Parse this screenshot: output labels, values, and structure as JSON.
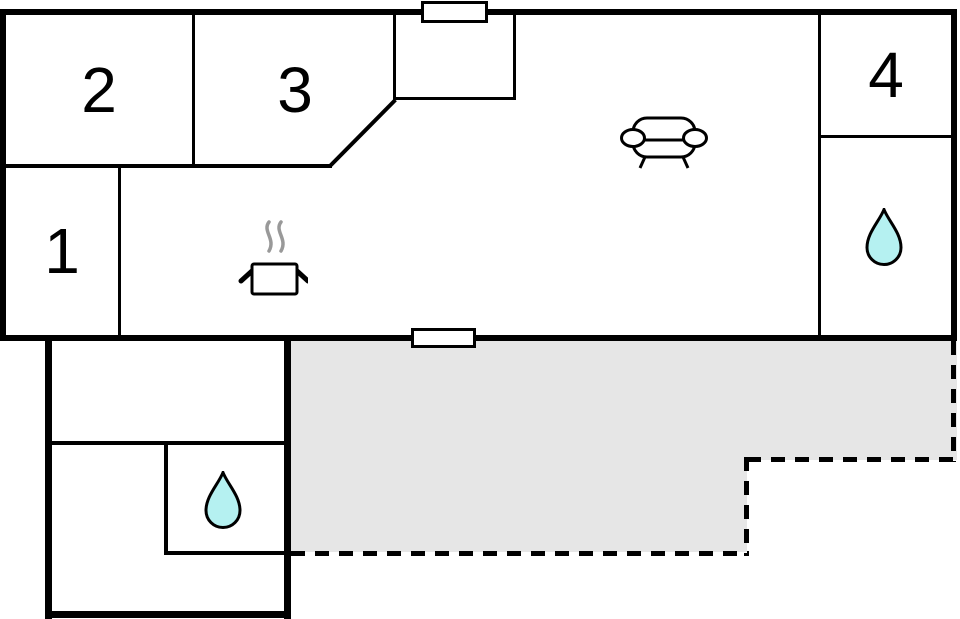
{
  "floor_plan": {
    "rooms": [
      {
        "id": "room-1",
        "label": "1"
      },
      {
        "id": "room-2",
        "label": "2"
      },
      {
        "id": "room-3",
        "label": "3"
      },
      {
        "id": "room-4",
        "label": "4"
      }
    ],
    "icons": [
      {
        "name": "cooking-pot-icon",
        "area": "kitchen"
      },
      {
        "name": "sofa-icon",
        "area": "living-room"
      },
      {
        "name": "water-drop-icon",
        "area": "main-bathroom"
      },
      {
        "name": "water-drop-icon",
        "area": "annex-bathroom"
      },
      {
        "name": "window-opening",
        "area": "top-wall"
      },
      {
        "name": "door-opening",
        "area": "bottom-wall-to-terrace"
      }
    ],
    "areas": [
      {
        "name": "terrace",
        "style": "gray-fill-dashed-outline"
      },
      {
        "name": "annex",
        "style": "thick-outline"
      }
    ],
    "colors": {
      "wall": "#000000",
      "terrace_fill": "#e6e6e6",
      "water_drop_fill": "#b5f1f1",
      "steam": "#999999",
      "label_text": "#000000",
      "background": "#ffffff"
    }
  }
}
